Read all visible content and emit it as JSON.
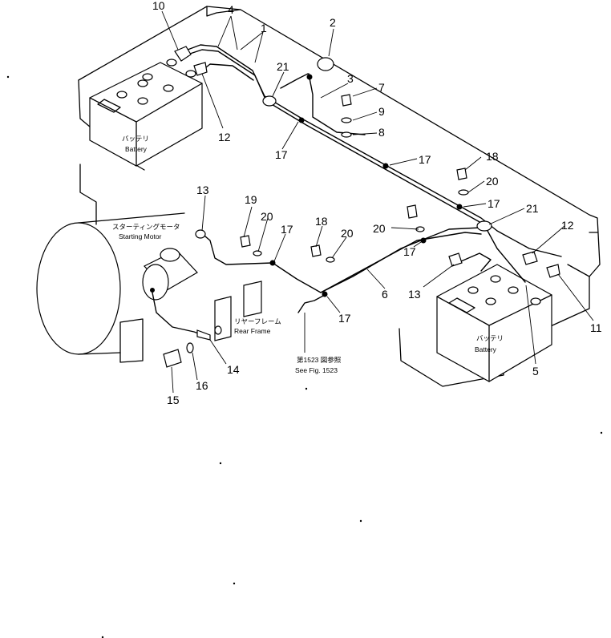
{
  "callouts": [
    "10",
    "4",
    "1",
    "2",
    "21",
    "3",
    "7",
    "9",
    "8",
    "12",
    "17",
    "17",
    "18",
    "20",
    "17",
    "21",
    "12",
    "13",
    "19",
    "20",
    "18",
    "20",
    "17",
    "20",
    "6",
    "13",
    "17",
    "17",
    "5",
    "11",
    "14",
    "16",
    "15"
  ],
  "captions": {
    "battery_left_jp": "バッテリ",
    "battery_left_en": "Battery",
    "battery_right_jp": "バッテリ",
    "battery_right_en": "Battery",
    "starting_motor_jp": "スターティングモータ",
    "starting_motor_en": "Starting Motor",
    "rear_frame_jp": "リヤーフレーム",
    "rear_frame_en": "Rear Frame",
    "see_fig_jp": "第1523 図参照",
    "see_fig_en": "See Fig. 1523"
  }
}
